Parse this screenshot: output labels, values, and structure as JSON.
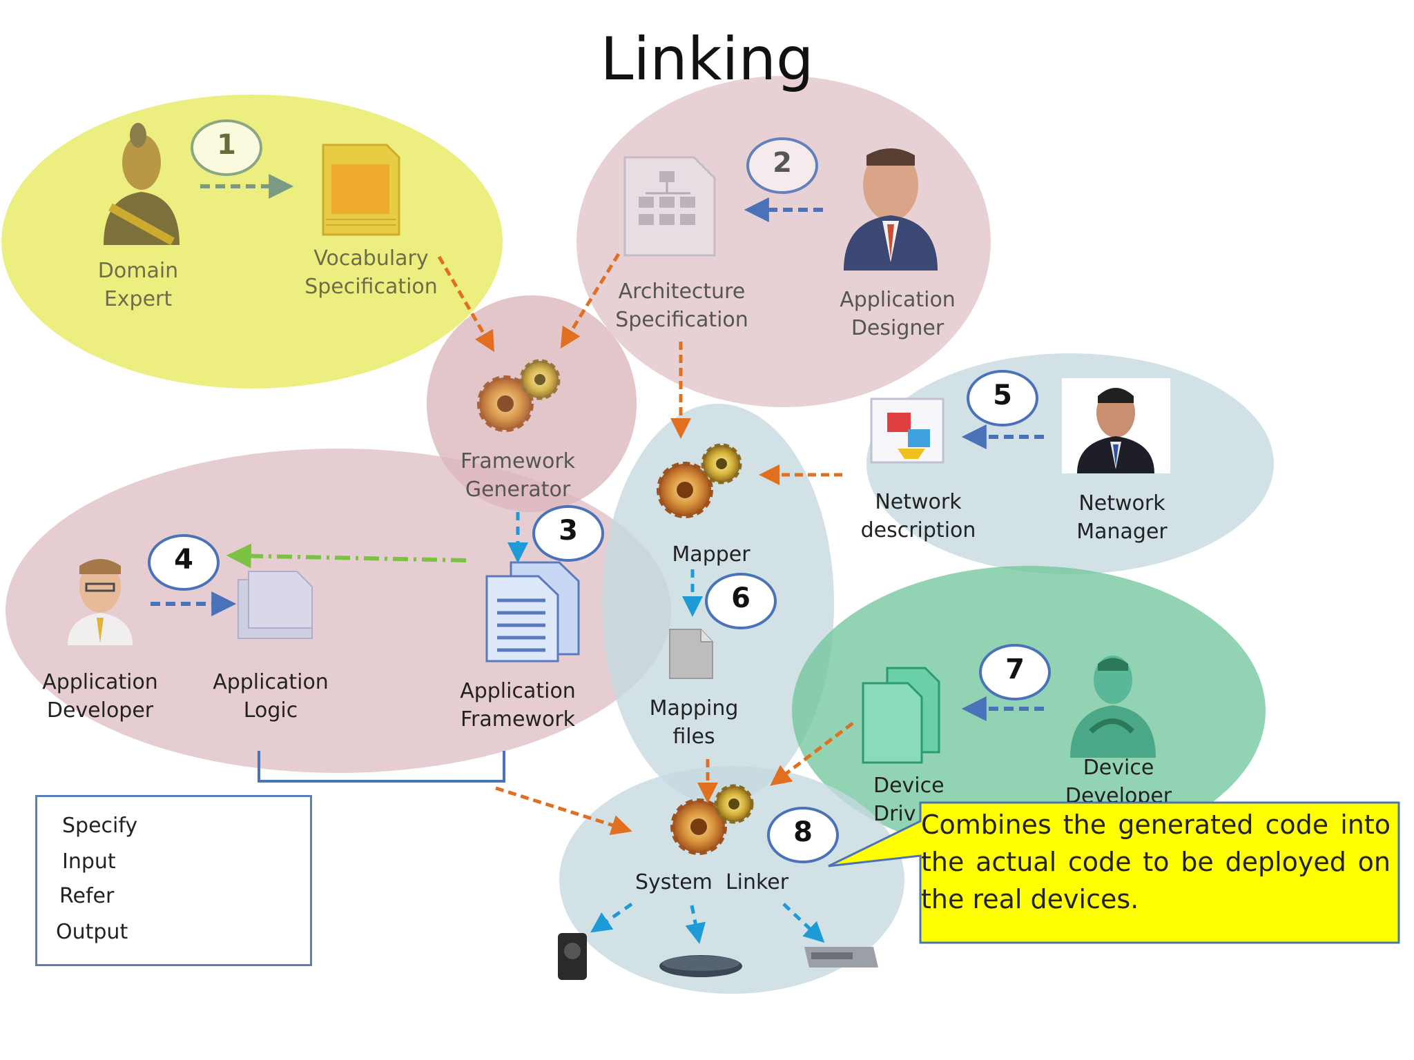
{
  "title": "Linking",
  "steps": [
    "1",
    "2",
    "3",
    "4",
    "5",
    "6",
    "7",
    "8"
  ],
  "labels": {
    "domain_expert": [
      "Domain",
      "Expert"
    ],
    "vocabulary_spec": [
      "Vocabulary",
      "Specification"
    ],
    "architecture_spec": [
      "Architecture",
      "Specification"
    ],
    "application_designer": [
      "Application",
      "Designer"
    ],
    "framework_generator": [
      "Framework",
      "Generator"
    ],
    "network_description": [
      "Network",
      "description"
    ],
    "network_manager": [
      "Network",
      "Manager"
    ],
    "mapper": "Mapper",
    "mapping_files": [
      "Mapping",
      "files"
    ],
    "application_developer": [
      "Application",
      "Developer"
    ],
    "application_logic": [
      "Application",
      "Logic"
    ],
    "application_framework": [
      "Application",
      "Framework"
    ],
    "device_drivers": [
      "Device",
      "Driv"
    ],
    "device_developer": [
      "Device",
      "Developer"
    ],
    "system_linker": "System  Linker"
  },
  "legend": {
    "specify": "Specify",
    "input": "Input",
    "refer": "Refer",
    "output": "Output"
  },
  "callout": "Combines the generated code  into the actual code to be deployed on the real devices.",
  "colors": {
    "specify": "#4a72b8",
    "input": "#e07020",
    "refer": "#7cc242",
    "output": "#1e9ad6",
    "yellow_region": "#e9ec6a",
    "pink_region": "#dcb8bd",
    "blue_region": "#c6d9de",
    "green_region": "#6cc49a",
    "callout_fill": "#ffff00"
  }
}
